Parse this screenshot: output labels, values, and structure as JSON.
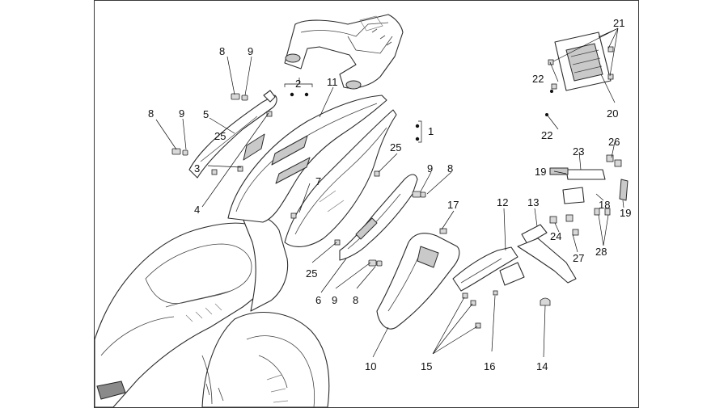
{
  "diagram": {
    "callouts": [
      "1",
      "2",
      "3",
      "4",
      "5",
      "6",
      "7",
      "8",
      "8",
      "8",
      "8",
      "9",
      "9",
      "9",
      "9",
      "10",
      "11",
      "12",
      "13",
      "14",
      "15",
      "16",
      "17",
      "18",
      "19",
      "19",
      "20",
      "21",
      "22",
      "22",
      "23",
      "24",
      "25",
      "25",
      "25",
      "26",
      "27",
      "28"
    ]
  }
}
